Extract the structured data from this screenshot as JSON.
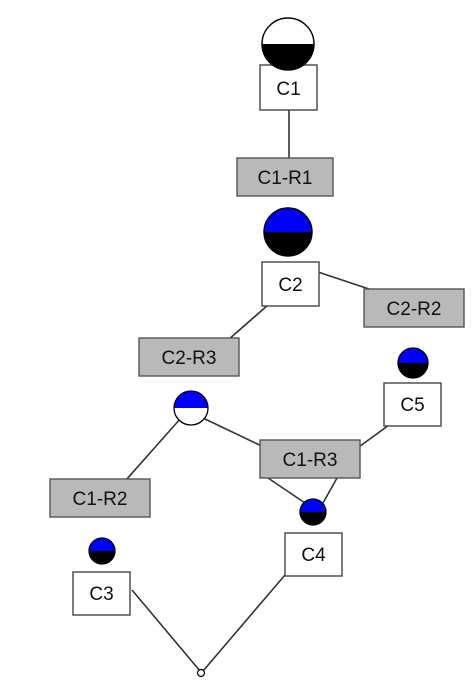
{
  "colors": {
    "blue": "#0000ff",
    "black": "#000000",
    "white": "#ffffff",
    "relation_fill": "#b9b9b9",
    "concept_fill": "#ffffff"
  },
  "concepts": [
    {
      "id": "c1",
      "label": "C1",
      "top": "white",
      "bottom": "black"
    },
    {
      "id": "c2",
      "label": "C2",
      "top": "blue",
      "bottom": "black"
    },
    {
      "id": "c3",
      "label": "C3",
      "top": "blue",
      "bottom": "black"
    },
    {
      "id": "c4",
      "label": "C4",
      "top": "blue",
      "bottom": "black"
    },
    {
      "id": "c5",
      "label": "C5",
      "top": "blue",
      "bottom": "black"
    }
  ],
  "relations": [
    {
      "id": "c1-r1",
      "label": "C1-R1"
    },
    {
      "id": "c2-r2",
      "label": "C2-R2"
    },
    {
      "id": "c2-r3",
      "label": "C2-R3"
    },
    {
      "id": "c1-r2",
      "label": "C1-R2"
    },
    {
      "id": "c1-r3",
      "label": "C1-R3"
    }
  ],
  "unlabeled_nodes": [
    {
      "id": "n-mid",
      "top": "blue",
      "bottom": "white"
    }
  ]
}
